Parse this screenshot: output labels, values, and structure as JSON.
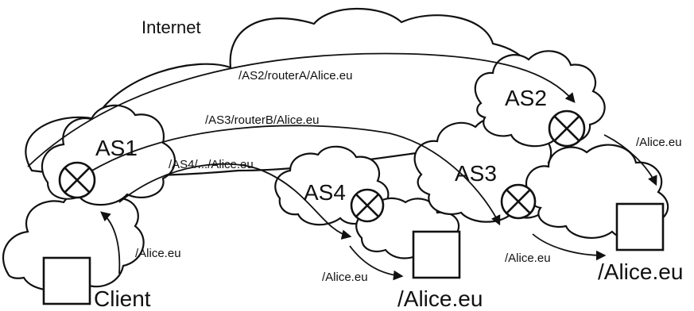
{
  "labels": {
    "internet": "Internet",
    "as1": "AS1",
    "as2": "AS2",
    "as3": "AS3",
    "as4": "AS4",
    "client": "Client",
    "route_as2": "/AS2/routerA/Alice.eu",
    "route_as3": "/AS3/routerB/Alice.eu",
    "route_as4": "/AS4/.../Alice.eu",
    "client_request": "/Alice.eu",
    "as2_local": "/Alice.eu",
    "as3_local": "/Alice.eu",
    "as4_local": "/Alice.eu",
    "host_as4_name": "/Alice.eu",
    "host_main_name": "/Alice.eu"
  },
  "colors": {
    "stroke": "#111111",
    "background": "#ffffff"
  }
}
